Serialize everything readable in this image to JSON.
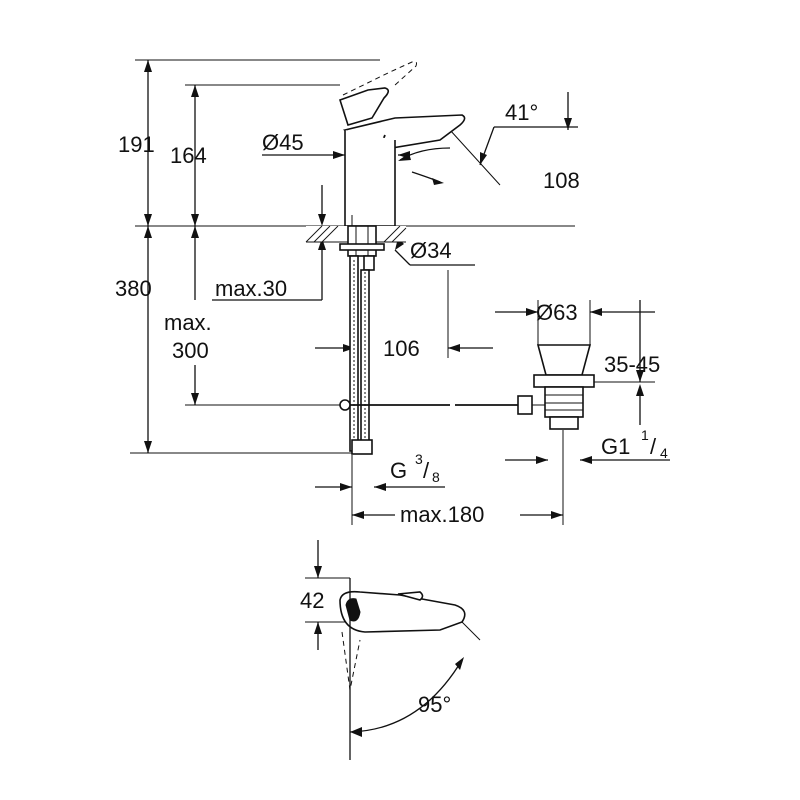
{
  "dimensions": {
    "overall_height": "191",
    "spout_height": "164",
    "body_diameter": "Ø45",
    "lever_angle": "41°",
    "spout_reach": "108",
    "hole_diameter": "Ø34",
    "max_deck_thickness": "max.30",
    "below_deck": "380",
    "hose_max_label": "max.",
    "hose_max_value": "300",
    "hose_offset": "106",
    "waste_diameter": "Ø63",
    "waste_range": "35-45",
    "waste_thread_main": "G1",
    "waste_thread_num": "1",
    "waste_thread_den": "4",
    "connection_thread_main": "G",
    "connection_thread_num": "3",
    "connection_thread_den": "8",
    "max_width": "max.180",
    "lever_height": "42",
    "lever_rotation": "95°"
  }
}
